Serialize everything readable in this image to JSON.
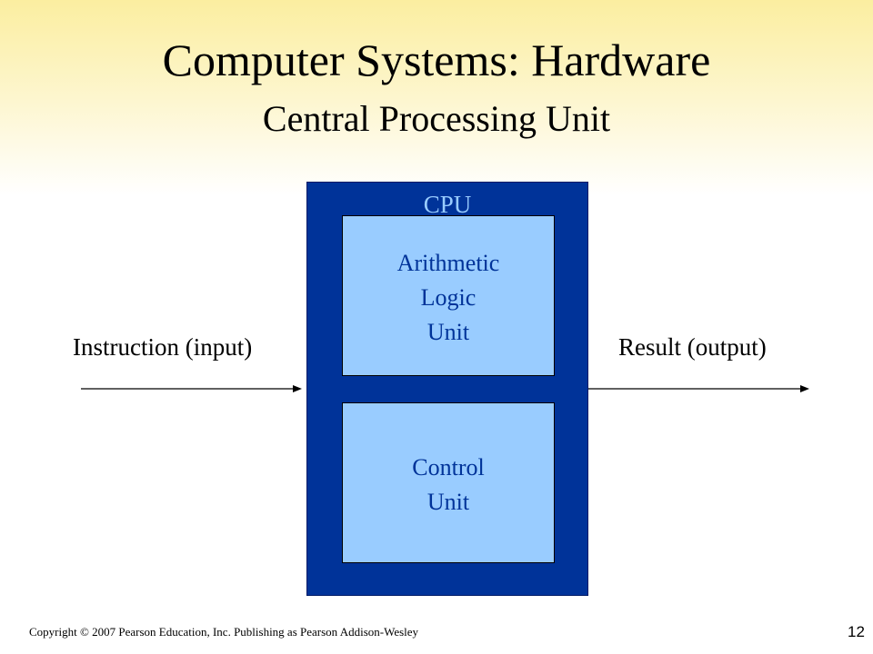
{
  "slide": {
    "title": "Computer Systems: Hardware",
    "subtitle": "Central Processing Unit"
  },
  "diagram": {
    "cpu_label": "CPU",
    "alu": [
      "Arithmetic",
      "Logic",
      "Unit"
    ],
    "control_unit": [
      "Control",
      "Unit"
    ],
    "input_label": "Instruction (input)",
    "output_label": "Result (output)"
  },
  "footer": {
    "copyright": "Copyright © 2007 Pearson Education, Inc. Publishing as Pearson Addison-Wesley",
    "page_number": "12"
  },
  "colors": {
    "cpu_fill": "#003399",
    "unit_fill": "#99ccff",
    "unit_text": "#003399",
    "background_top": "#fbeea0"
  }
}
